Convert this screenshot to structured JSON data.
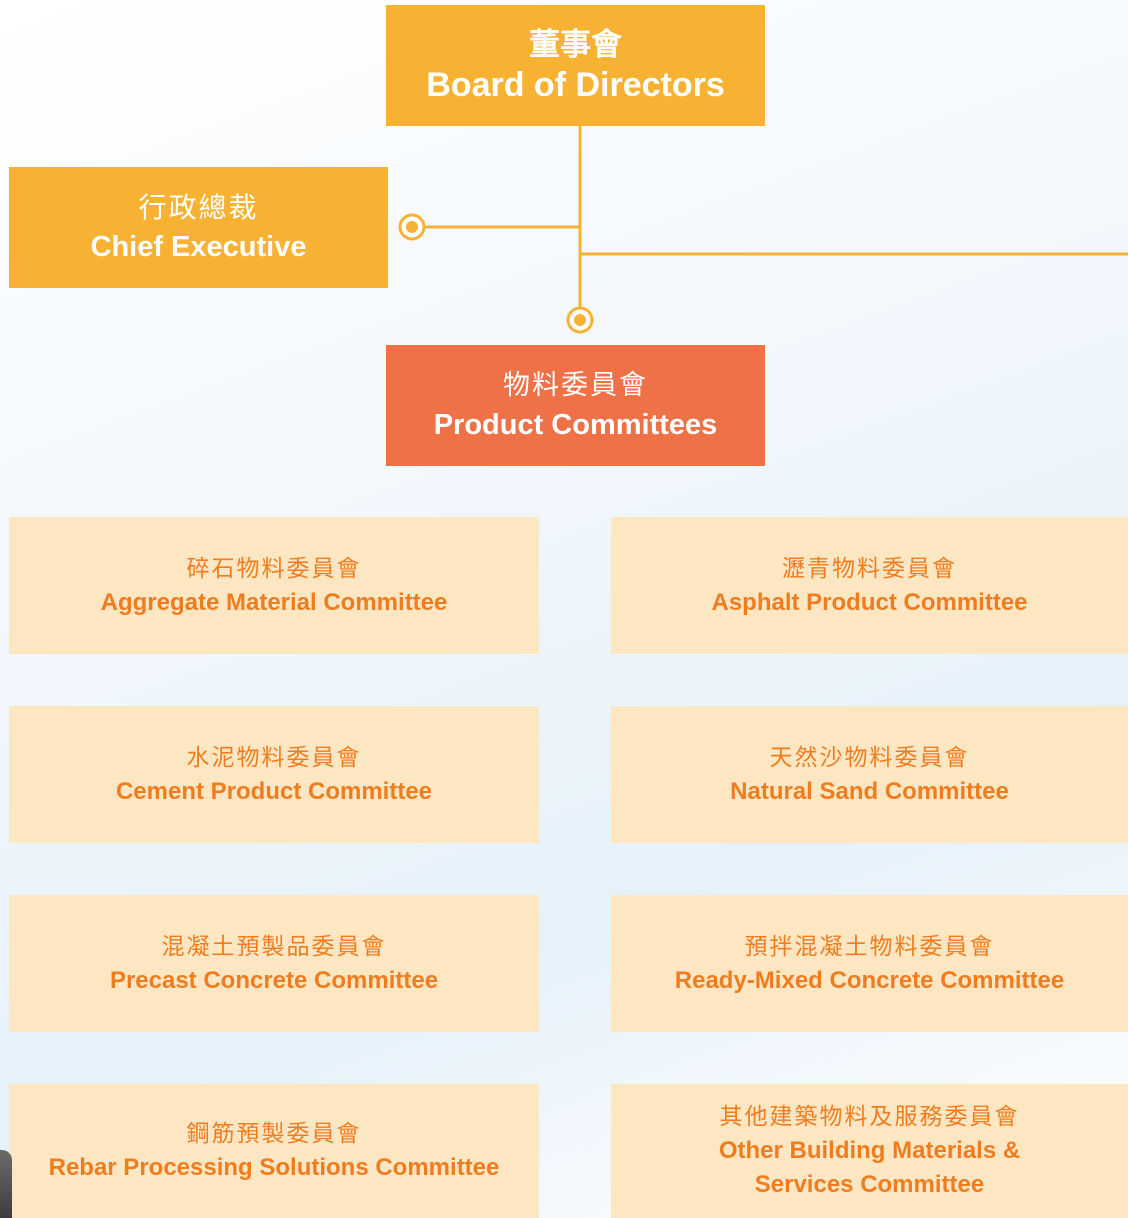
{
  "board": {
    "zh": "董事會",
    "en": "Board of Directors"
  },
  "chief_executive": {
    "zh": "行政總裁",
    "en": "Chief Executive"
  },
  "product_committees": {
    "zh": "物料委員會",
    "en": "Product Committees"
  },
  "committees": [
    {
      "zh": "碎石物料委員會",
      "en": "Aggregate Material Committee"
    },
    {
      "zh": "瀝青物料委員會",
      "en": "Asphalt Product Committee"
    },
    {
      "zh": "水泥物料委員會",
      "en": "Cement Product Committee"
    },
    {
      "zh": "天然沙物料委員會",
      "en": "Natural Sand Committee"
    },
    {
      "zh": "混凝土預製品委員會",
      "en": "Precast Concrete Committee"
    },
    {
      "zh": "預拌混凝土物料委員會",
      "en": "Ready-Mixed Concrete Committee"
    },
    {
      "zh": "鋼筋預製委員會",
      "en": "Rebar Processing Solutions Committee"
    },
    {
      "zh": "其他建築物料及服務委員會",
      "en": "Other Building Materials &",
      "en2": "Services Committee"
    }
  ],
  "colors": {
    "primary": "#f7b233",
    "highlight": "#ee7147",
    "sub_background": "#fde6c2",
    "sub_text": "#ef7d20"
  }
}
